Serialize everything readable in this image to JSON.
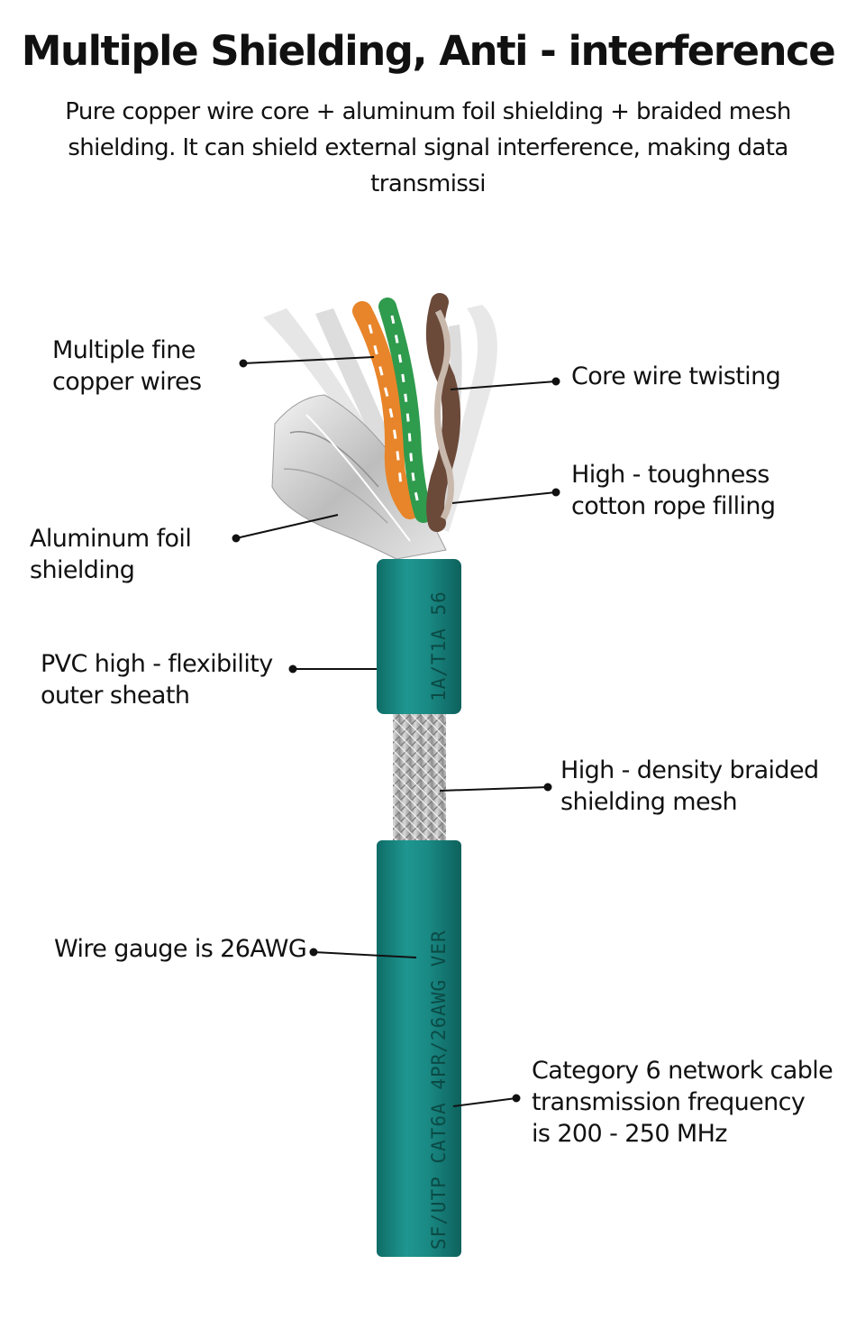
{
  "heading": {
    "title": "Multiple Shielding, Anti - interference",
    "subtitle": "Pure copper wire core + aluminum foil shielding + braided mesh shielding. It can shield external signal interference, making data transmissi"
  },
  "callouts": [
    {
      "id": "fine-copper-wires",
      "text": "Multiple fine\ncopper wires"
    },
    {
      "id": "core-wire-twisting",
      "text": "Core wire twisting"
    },
    {
      "id": "cotton-rope-filling",
      "text": "High - toughness\ncotton rope filling"
    },
    {
      "id": "aluminum-foil",
      "text": "Aluminum foil\nshielding"
    },
    {
      "id": "pvc-sheath",
      "text": "PVC high - flexibility\nouter sheath"
    },
    {
      "id": "braided-mesh",
      "text": "High - density braided\nshielding mesh"
    },
    {
      "id": "wire-gauge",
      "text": "Wire gauge is 26AWG"
    },
    {
      "id": "category-6",
      "text": "Category 6 network cable\ntransmission frequency\nis 200 - 250 MHz"
    }
  ],
  "cable": {
    "print_upper": "1A/T1A 56",
    "print_lower": "SF/UTP CAT6A 4PR/26AWG VER",
    "colors": {
      "sheath": "#1a8a85",
      "sheath_dark": "#0f6c67",
      "sheath_light": "#2aa6a0",
      "braid": "#bfbfbf",
      "foil": "#d8d8d8",
      "orange": "#e8852a",
      "green": "#2f9b4d",
      "brown": "#6b4a3a"
    }
  }
}
